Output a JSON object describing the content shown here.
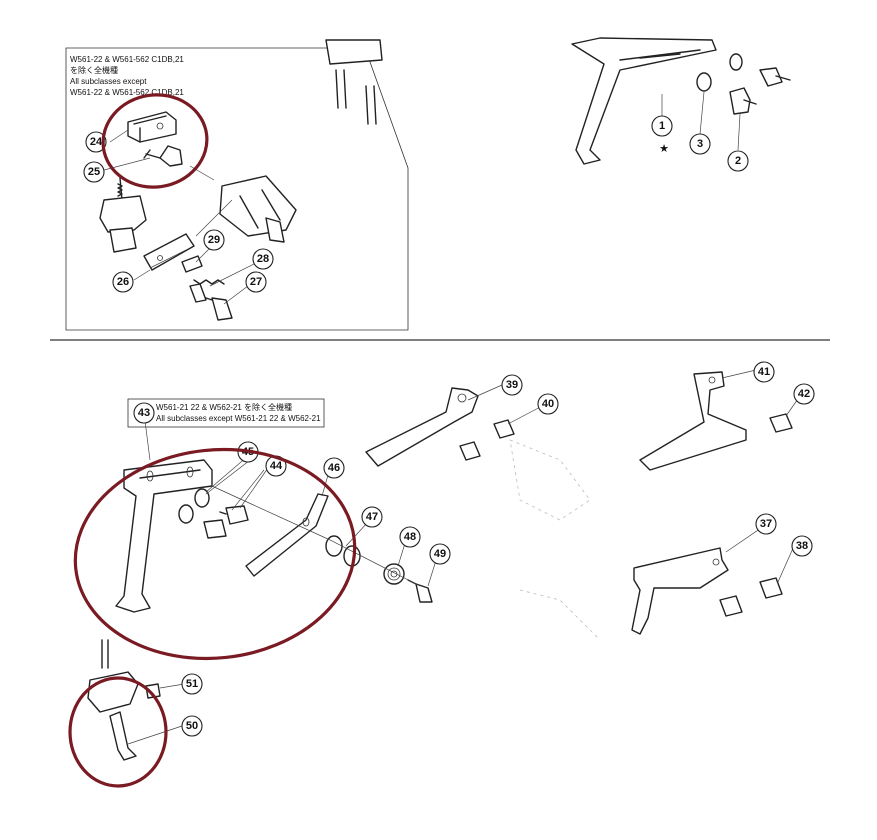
{
  "inset_note": {
    "line1": "W561-22 & W561-562 C1DB,21",
    "line2": "を除く全機種",
    "line3": "All subclasses except",
    "line4": "W561-22 & W561-562 C1DB,21"
  },
  "lower_note": {
    "line1": "W561-21 22 & W562-21 を除く全機種",
    "line2": "All subclasses except W561-21 22 & W562-21"
  },
  "callouts": {
    "c1": "1",
    "c2": "2",
    "c3": "3",
    "c24": "24",
    "c25": "25",
    "c26": "26",
    "c27": "27",
    "c28": "28",
    "c29": "29",
    "c37": "37",
    "c38": "38",
    "c39": "39",
    "c40": "40",
    "c41": "41",
    "c42": "42",
    "c43": "43",
    "c44": "44",
    "c45": "45",
    "c46": "46",
    "c47": "47",
    "c48": "48",
    "c49": "49",
    "c50": "50",
    "c51": "51"
  },
  "star_mark": "★",
  "colors": {
    "highlight": "#7a1a22",
    "line": "#222222",
    "background": "#ffffff"
  }
}
